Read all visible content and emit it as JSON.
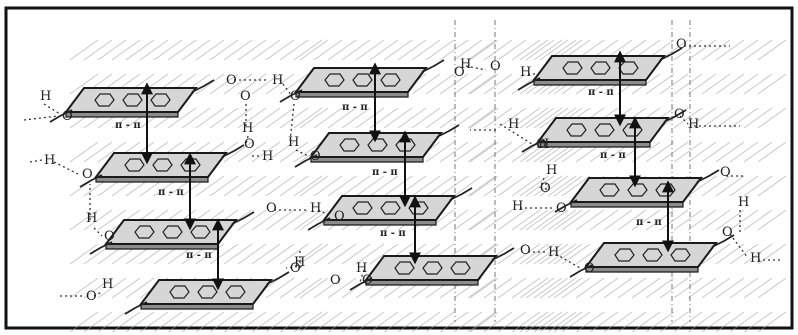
{
  "labels": {
    "oxygen": "O",
    "hydrogen": "H",
    "pi_stack": "π - π"
  },
  "colors": {
    "background": "#ffffff",
    "frame": "#111111",
    "plate": "#d6d6d6",
    "hatch": "#9a9a9a"
  }
}
